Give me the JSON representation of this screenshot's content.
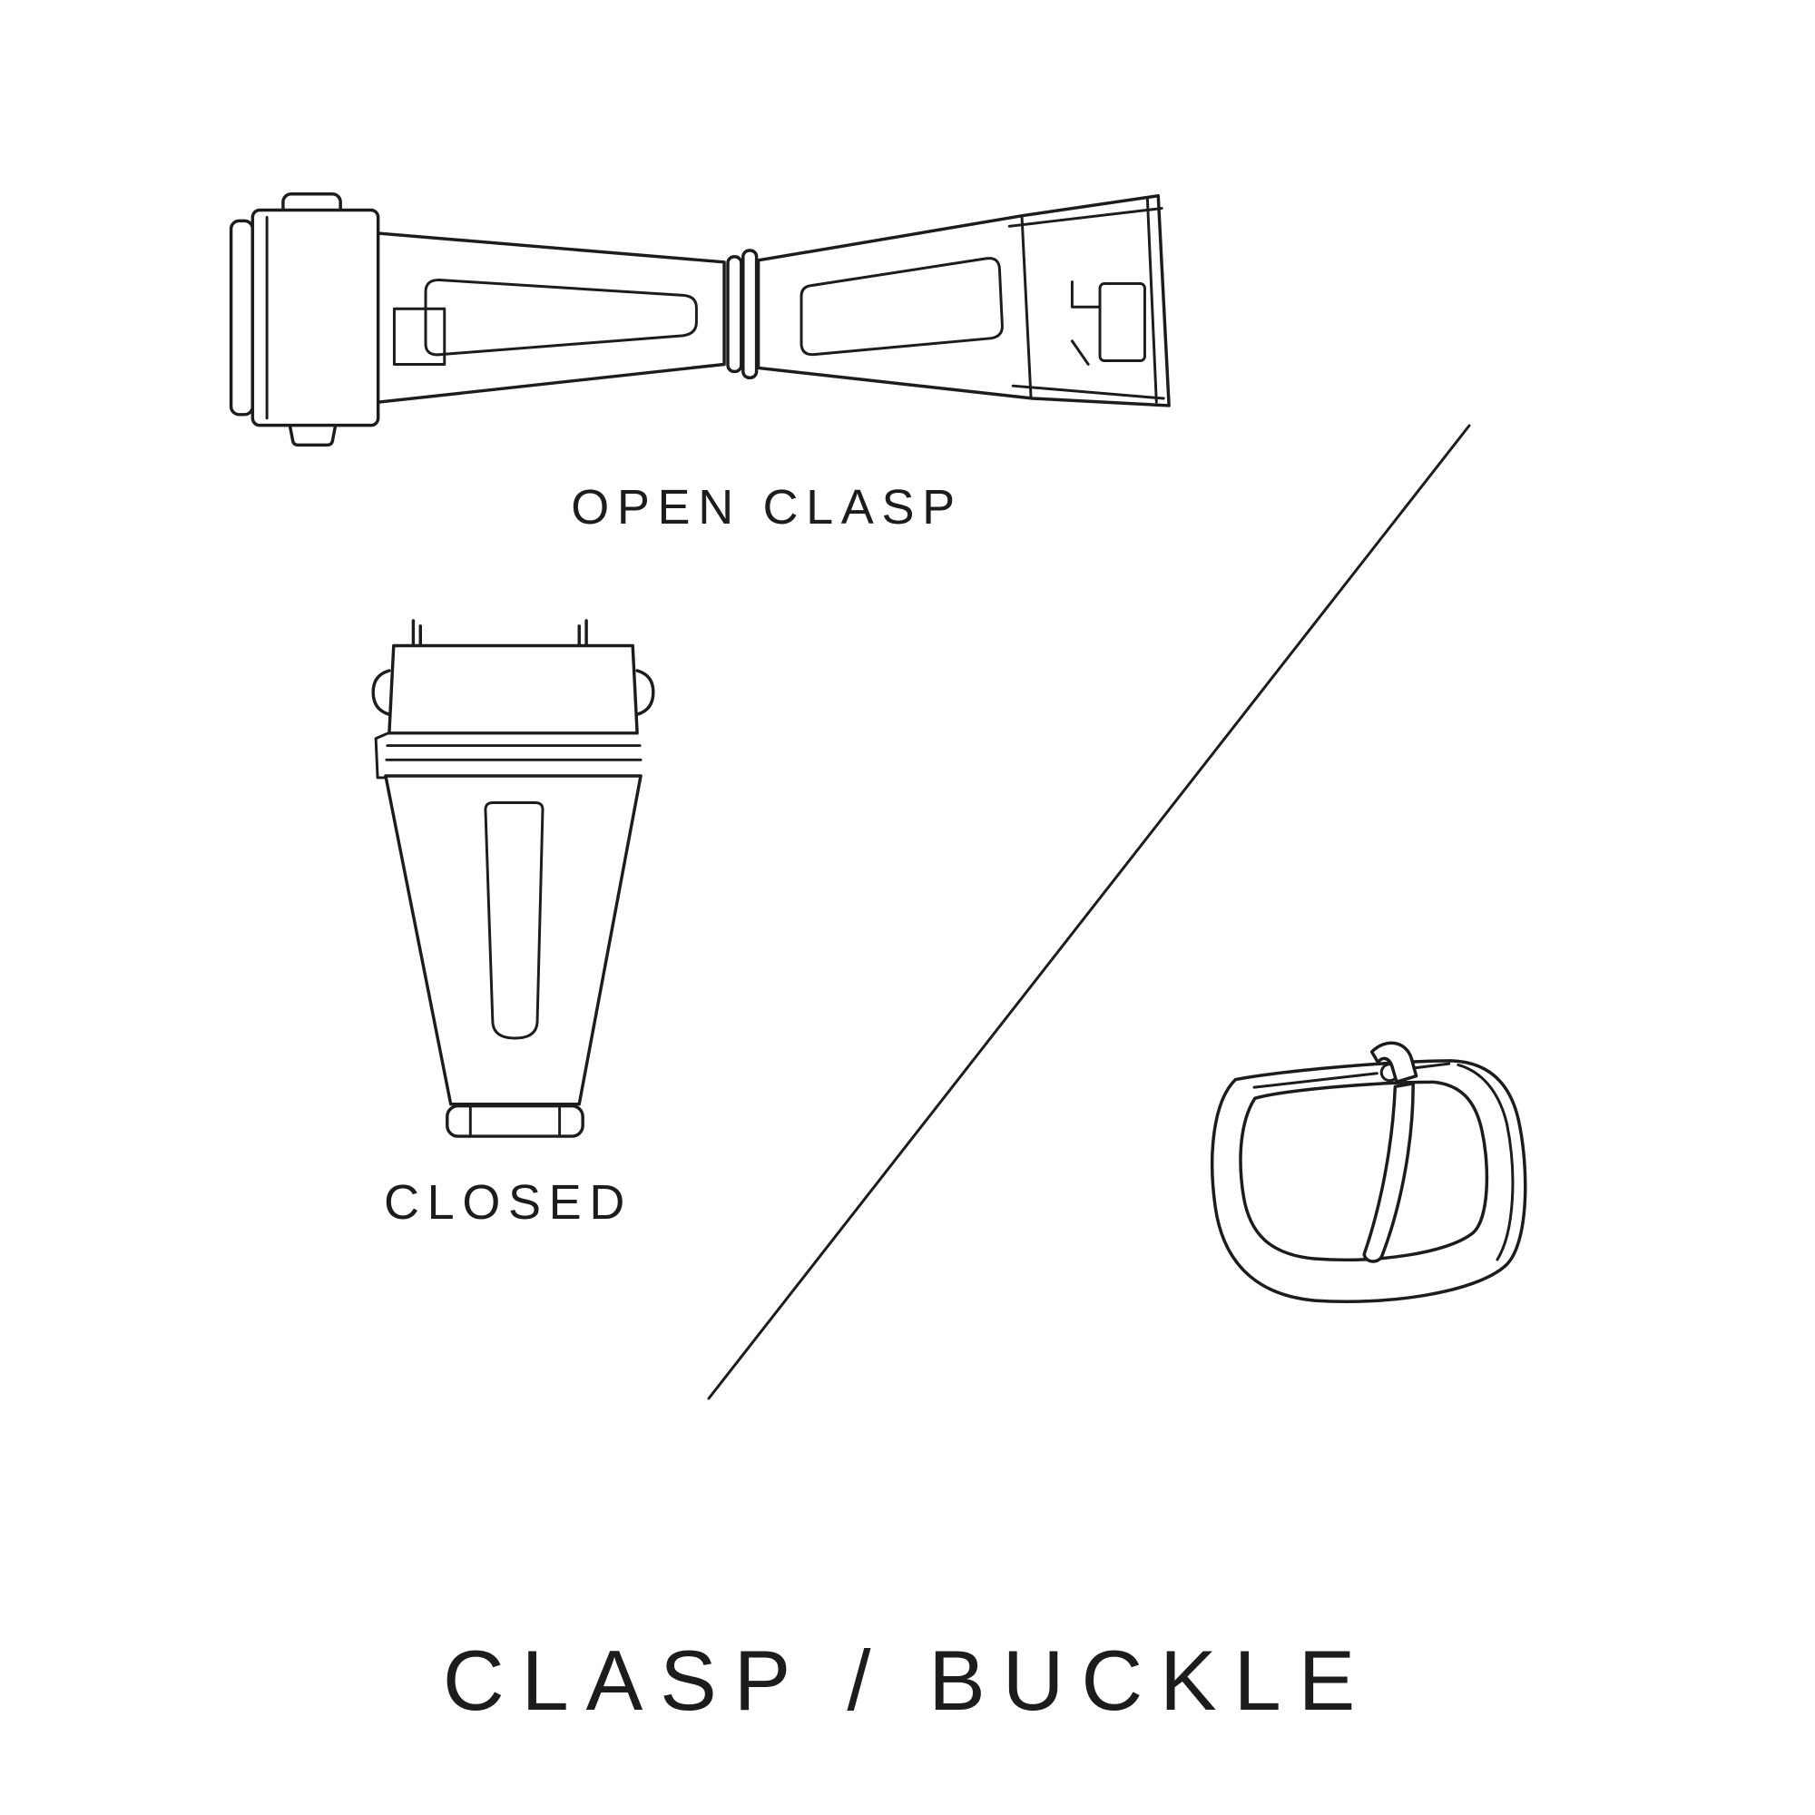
{
  "page": {
    "title": "CLASP / BUCKLE",
    "background_color": "#ffffff",
    "ink_color": "#1c1c1a"
  },
  "figures": {
    "open_clasp": {
      "label": "OPEN CLASP",
      "icon": "open-clasp-illustration"
    },
    "closed_clasp": {
      "label": "CLOSED",
      "icon": "closed-clasp-illustration"
    },
    "buckle": {
      "icon": "buckle-illustration"
    }
  },
  "divider": {
    "icon": "diagonal-divider-line"
  }
}
